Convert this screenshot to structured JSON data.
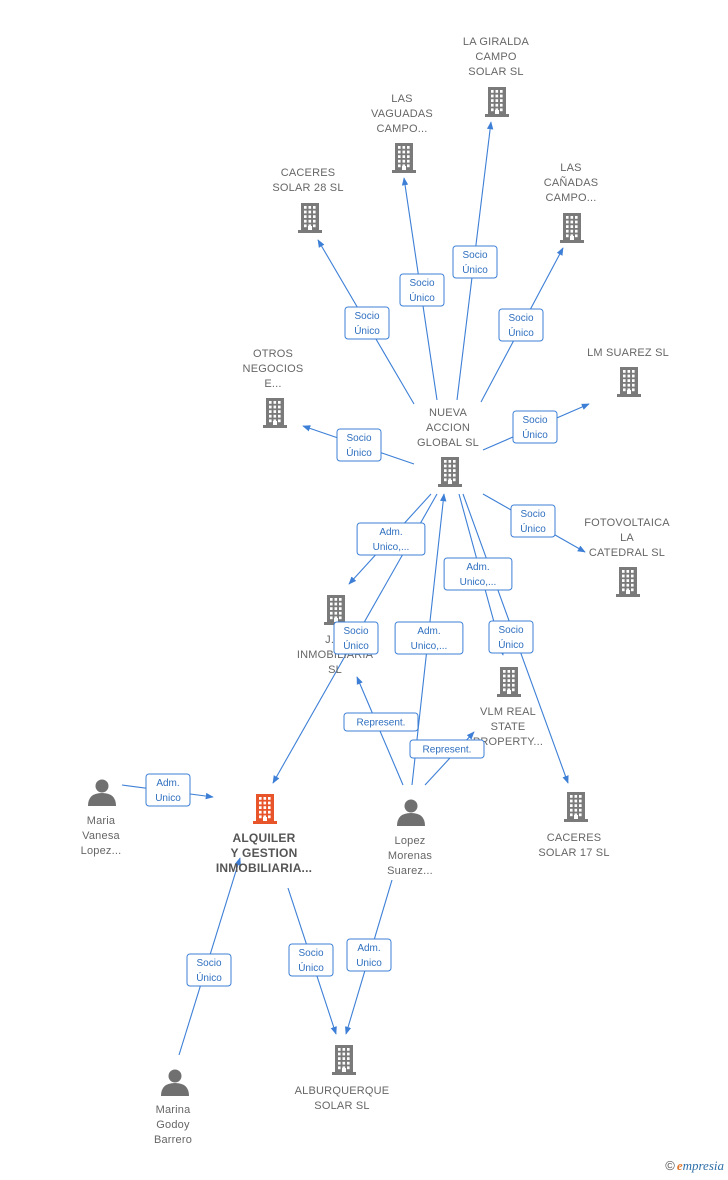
{
  "colors": {
    "company": "#7a7a7a",
    "company_main": "#e8552b",
    "person": "#707070",
    "edge": "#3d7fd6"
  },
  "nodes": [
    {
      "id": "la_giralda",
      "type": "company",
      "icon": "building-icon",
      "lines": [
        "LA GIRALDA",
        "CAMPO",
        "SOLAR  SL"
      ]
    },
    {
      "id": "las_vaguadas",
      "type": "company",
      "icon": "building-icon",
      "lines": [
        "LAS",
        "VAGUADAS",
        "CAMPO..."
      ]
    },
    {
      "id": "caceres28",
      "type": "company",
      "icon": "building-icon",
      "lines": [
        "CACERES",
        "SOLAR 28 SL"
      ]
    },
    {
      "id": "las_canadas",
      "type": "company",
      "icon": "building-icon",
      "lines": [
        "LAS",
        "CAÑADAS",
        "CAMPO..."
      ]
    },
    {
      "id": "otros",
      "type": "company",
      "icon": "building-icon",
      "lines": [
        "OTROS",
        "NEGOCIOS",
        "E..."
      ]
    },
    {
      "id": "lm_suarez",
      "type": "company",
      "icon": "building-icon",
      "lines": [
        "LM SUAREZ SL"
      ]
    },
    {
      "id": "nueva_accion",
      "type": "company",
      "icon": "building-icon",
      "lines": [
        "NUEVA",
        "ACCION",
        "GLOBAL  SL"
      ]
    },
    {
      "id": "fotovoltaica",
      "type": "company",
      "icon": "building-icon",
      "lines": [
        "FOTOVOLTAICA",
        "LA",
        "CATEDRAL  SL"
      ]
    },
    {
      "id": "j_inmob",
      "type": "company",
      "icon": "building-icon",
      "lines": [
        "J.  E",
        "INMOBILIARIA",
        "SL"
      ]
    },
    {
      "id": "vlm",
      "type": "company",
      "icon": "building-icon",
      "lines": [
        "VLM REAL",
        "STATE",
        "PROPERTY..."
      ]
    },
    {
      "id": "caceres17",
      "type": "company",
      "icon": "building-icon",
      "lines": [
        "CACERES",
        "SOLAR 17 SL"
      ]
    },
    {
      "id": "alquiler",
      "type": "company_main",
      "icon": "building-icon",
      "lines": [
        "ALQUILER",
        "Y GESTION",
        "INMOBILIARIA..."
      ]
    },
    {
      "id": "maria",
      "type": "person",
      "icon": "person-icon",
      "lines": [
        "Maria",
        "Vanesa",
        "Lopez..."
      ]
    },
    {
      "id": "lopez",
      "type": "person",
      "icon": "person-icon",
      "lines": [
        "Lopez",
        "Morenas",
        "Suarez..."
      ]
    },
    {
      "id": "marina",
      "type": "person",
      "icon": "person-icon",
      "lines": [
        "Marina",
        "Godoy",
        "Barrero"
      ]
    },
    {
      "id": "alburquerque",
      "type": "company",
      "icon": "building-icon",
      "lines": [
        "ALBURQUERQUE",
        "SOLAR  SL"
      ]
    }
  ],
  "edges": [
    {
      "from": "nueva_accion",
      "to": "la_giralda",
      "lines": [
        "Socio",
        "Único"
      ]
    },
    {
      "from": "nueva_accion",
      "to": "las_vaguadas",
      "lines": [
        "Socio",
        "Único"
      ]
    },
    {
      "from": "nueva_accion",
      "to": "caceres28",
      "lines": [
        "Socio",
        "Único"
      ]
    },
    {
      "from": "nueva_accion",
      "to": "las_canadas",
      "lines": [
        "Socio",
        "Único"
      ]
    },
    {
      "from": "nueva_accion",
      "to": "otros",
      "lines": [
        "Socio",
        "Único"
      ]
    },
    {
      "from": "nueva_accion",
      "to": "lm_suarez",
      "lines": [
        "Socio",
        "Único"
      ]
    },
    {
      "from": "nueva_accion",
      "to": "fotovoltaica",
      "lines": [
        "Socio",
        "Único"
      ]
    },
    {
      "from": "nueva_accion",
      "to": "j_inmob",
      "lines": [
        "Adm.",
        "Unico,..."
      ]
    },
    {
      "from": "nueva_accion",
      "to": "vlm",
      "lines": [
        "Adm.",
        "Unico,..."
      ]
    },
    {
      "from": "nueva_accion",
      "to": "caceres17",
      "lines": [
        "Socio",
        "Único"
      ]
    },
    {
      "from": "nueva_accion",
      "to": "alquiler",
      "lines": [
        "Socio",
        "Único"
      ]
    },
    {
      "from": "lopez",
      "to": "nueva_accion",
      "lines": [
        "Adm.",
        "Unico,..."
      ]
    },
    {
      "from": "lopez",
      "to": "j_inmob",
      "lines": [
        "Represent."
      ]
    },
    {
      "from": "lopez",
      "to": "vlm",
      "lines": [
        "Represent."
      ]
    },
    {
      "from": "maria",
      "to": "alquiler",
      "lines": [
        "Adm.",
        "Unico"
      ]
    },
    {
      "from": "marina",
      "to": "alquiler",
      "lines": [
        "Socio",
        "Único"
      ]
    },
    {
      "from": "alquiler",
      "to": "alburquerque",
      "lines": [
        "Socio",
        "Único"
      ]
    },
    {
      "from": "lopez",
      "to": "alburquerque",
      "lines": [
        "Adm.",
        "Unico"
      ]
    }
  ],
  "watermark": {
    "copyright": "©",
    "brand_initial": "e",
    "brand_rest": "mpresia"
  }
}
